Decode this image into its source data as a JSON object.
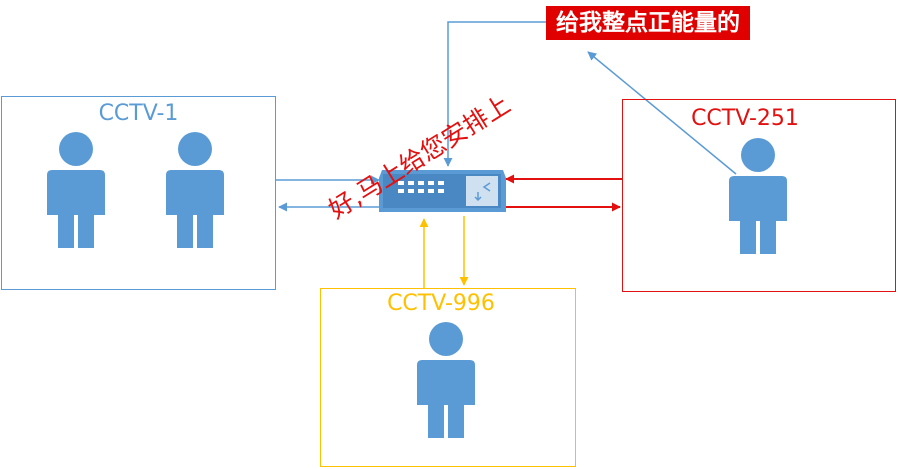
{
  "colors": {
    "blue": "#5b9bd5",
    "red": "#e31010",
    "yellow": "#ffc000",
    "person": "#5b9bd5",
    "switch_body": "#5b9bd5",
    "switch_panel": "#cfe0f1",
    "banner_bg": "#e00000",
    "banner_text": "#ffffff"
  },
  "groups": {
    "cctv1": {
      "label": "CCTV-1"
    },
    "cctv251": {
      "label": "CCTV-251"
    },
    "cctv996": {
      "label": "CCTV-996"
    }
  },
  "speech_banner": {
    "text": "给我整点正能量的"
  },
  "slogan": {
    "text": "好,马上给您安排上"
  },
  "icons": {
    "person": "person-icon",
    "hub": "network-switch-icon"
  }
}
